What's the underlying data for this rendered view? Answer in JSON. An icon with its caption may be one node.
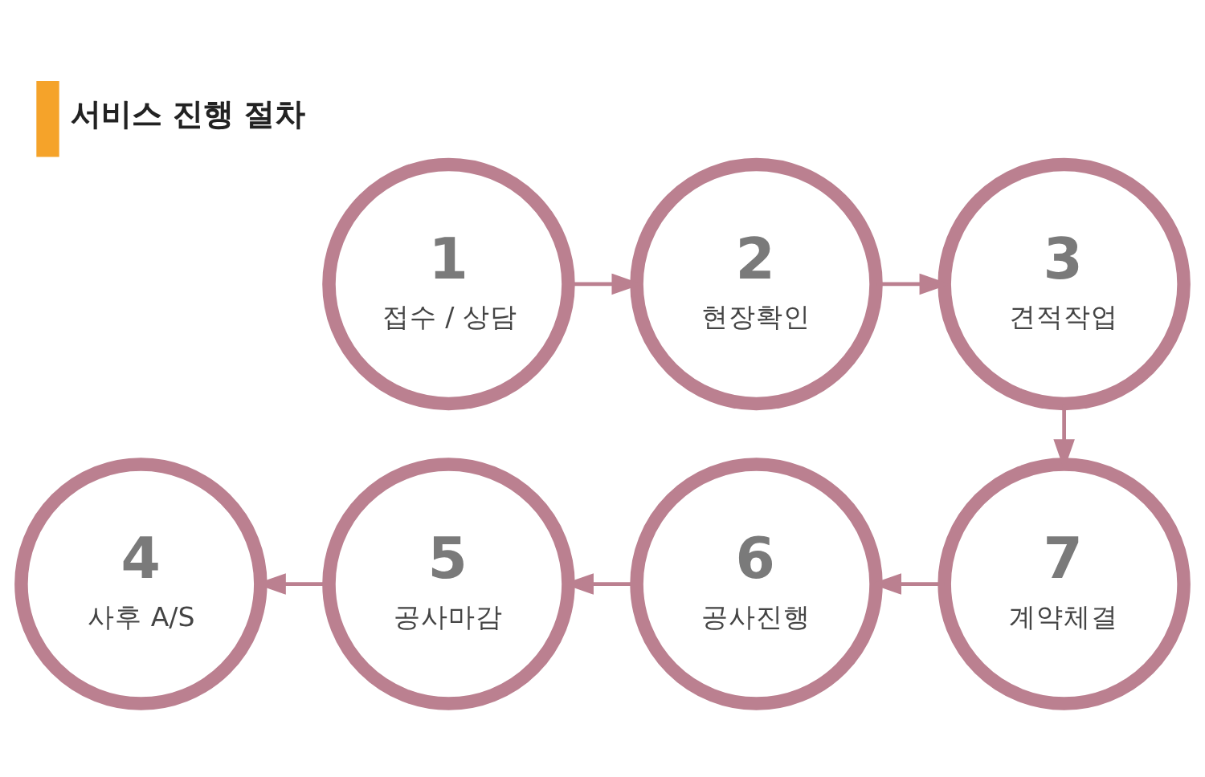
{
  "diagram": {
    "title": "서비스 진행 절차",
    "nodes": [
      {
        "text": [
          "1",
          "접수 / 상담"
        ]
      },
      {
        "text": [
          "2",
          "현장확인"
        ]
      },
      {
        "text": [
          "3",
          "견적작업"
        ]
      },
      {
        "text": [
          "4",
          "사후 A/S"
        ]
      },
      {
        "text": [
          "5",
          "공사마감"
        ]
      },
      {
        "text": [
          "6",
          "공사진행"
        ]
      },
      {
        "text": [
          "7",
          "계약체결"
        ]
      }
    ],
    "edges": [
      {
        "from": 0,
        "to": 1,
        "arrow": "to"
      },
      {
        "from": 1,
        "to": 2,
        "arrow": "to"
      },
      {
        "from": 2,
        "to": 6,
        "arrow": "to"
      },
      {
        "from": 6,
        "to": 5,
        "arrow": "to"
      },
      {
        "from": 5,
        "to": 4,
        "arrow": "to"
      },
      {
        "from": 4,
        "to": 3,
        "arrow": "to"
      }
    ]
  }
}
